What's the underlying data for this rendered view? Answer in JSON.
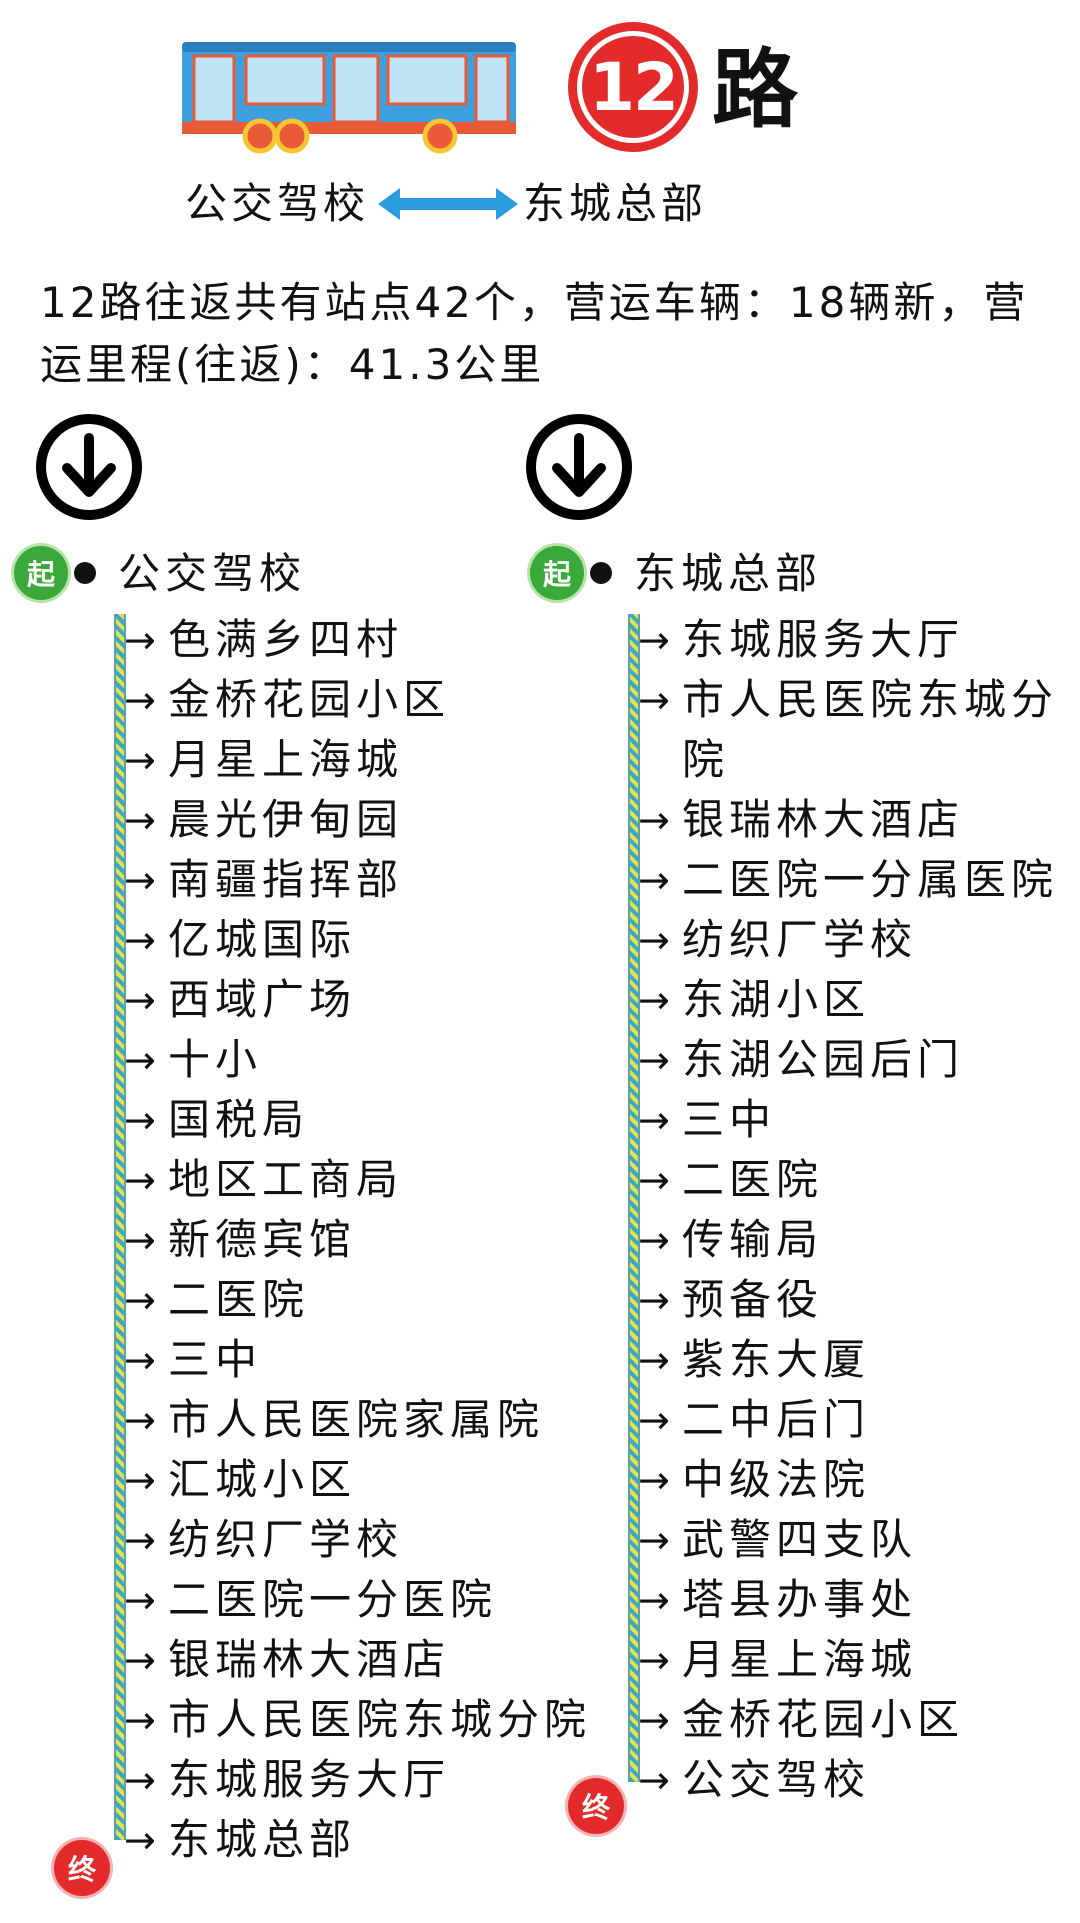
{
  "header": {
    "route_number": "12",
    "route_suffix": "路",
    "terminal_left": "公交驾校",
    "terminal_right": "东城总部"
  },
  "summary": "12路往返共有站点42个，营运车辆：18辆新，营运里程(往返)：41.3公里",
  "badges": {
    "start": "起",
    "end": "终"
  },
  "colors": {
    "accent_red": "#e32b2b",
    "start_green": "#3aa83a",
    "bus_blue": "#3ea0dd",
    "arrow_blue": "#2a9de0"
  },
  "icons": {
    "bus": "bus-icon",
    "double_arrow": "double-arrow-icon",
    "direction": "arrow-down-circle-icon"
  },
  "directions": [
    {
      "start": "公交驾校",
      "stops": [
        "色满乡四村",
        "金桥花园小区",
        "月星上海城",
        "晨光伊甸园",
        "南疆指挥部",
        "亿城国际",
        "西域广场",
        "十小",
        "国税局",
        "地区工商局",
        "新德宾馆",
        "二医院",
        "三中",
        "市人民医院家属院",
        "汇城小区",
        "纺织厂学校",
        "二医院一分医院",
        "银瑞林大酒店",
        "市人民医院东城分院",
        "东城服务大厅",
        "东城总部"
      ]
    },
    {
      "start": "东城总部",
      "stops": [
        "东城服务大厅",
        "市人民医院东城分院",
        "银瑞林大酒店",
        "二医院一分属医院",
        "纺织厂学校",
        "东湖小区",
        "东湖公园后门",
        "三中",
        "二医院",
        "传输局",
        "预备役",
        "紫东大厦",
        "二中后门",
        "中级法院",
        "武警四支队",
        "塔县办事处",
        "月星上海城",
        "金桥花园小区",
        "公交驾校"
      ]
    }
  ]
}
